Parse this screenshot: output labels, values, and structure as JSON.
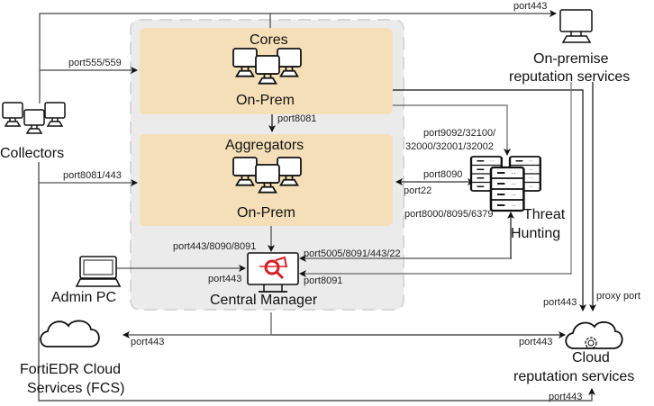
{
  "colors": {
    "group_fill": "#ebebec",
    "node_fill": "#f5dfb8",
    "line": "#222222",
    "line_gray": "#777777",
    "accent_red": "#d42027"
  },
  "nodes": {
    "collectors": "Collectors",
    "cores_title": "Cores",
    "cores_sub": "On-Prem",
    "aggregators_title": "Aggregators",
    "aggregators_sub": "On-Prem",
    "central_manager": "Central Manager",
    "admin_pc": "Admin PC",
    "onprem_rep_line1": "On-premise",
    "onprem_rep_line2": "reputation services",
    "threat_line1": "Threat",
    "threat_line2": "Hunting",
    "fcs_line1": "FortiEDR Cloud",
    "fcs_line2": "Services (FCS)",
    "cloud_rep_line1": "Cloud",
    "cloud_rep_line2": "reputation services"
  },
  "ports": {
    "top_443": "port443",
    "collectors_cores": "port555/559",
    "cores_aggr": "port8081",
    "threat_in_line1": "port9092/32100/",
    "threat_in_line2": "32000/32001/32002",
    "collectors_aggr": "port8081/443",
    "aggr_threat_8090": "port8090",
    "aggr_threat_22": "port22",
    "threat_bottom": "port8000/8095/6379",
    "aggr_cm": "port443/8090/8091",
    "threat_cm": "port5005/8091/443/22",
    "admin_cm": "port443",
    "cm_8091": "port8091",
    "cloud_443_top": "port443",
    "proxy": "proxy port",
    "fcs_443": "port443",
    "cloud_443_left": "port443",
    "cloud_443_bottom": "port443"
  }
}
